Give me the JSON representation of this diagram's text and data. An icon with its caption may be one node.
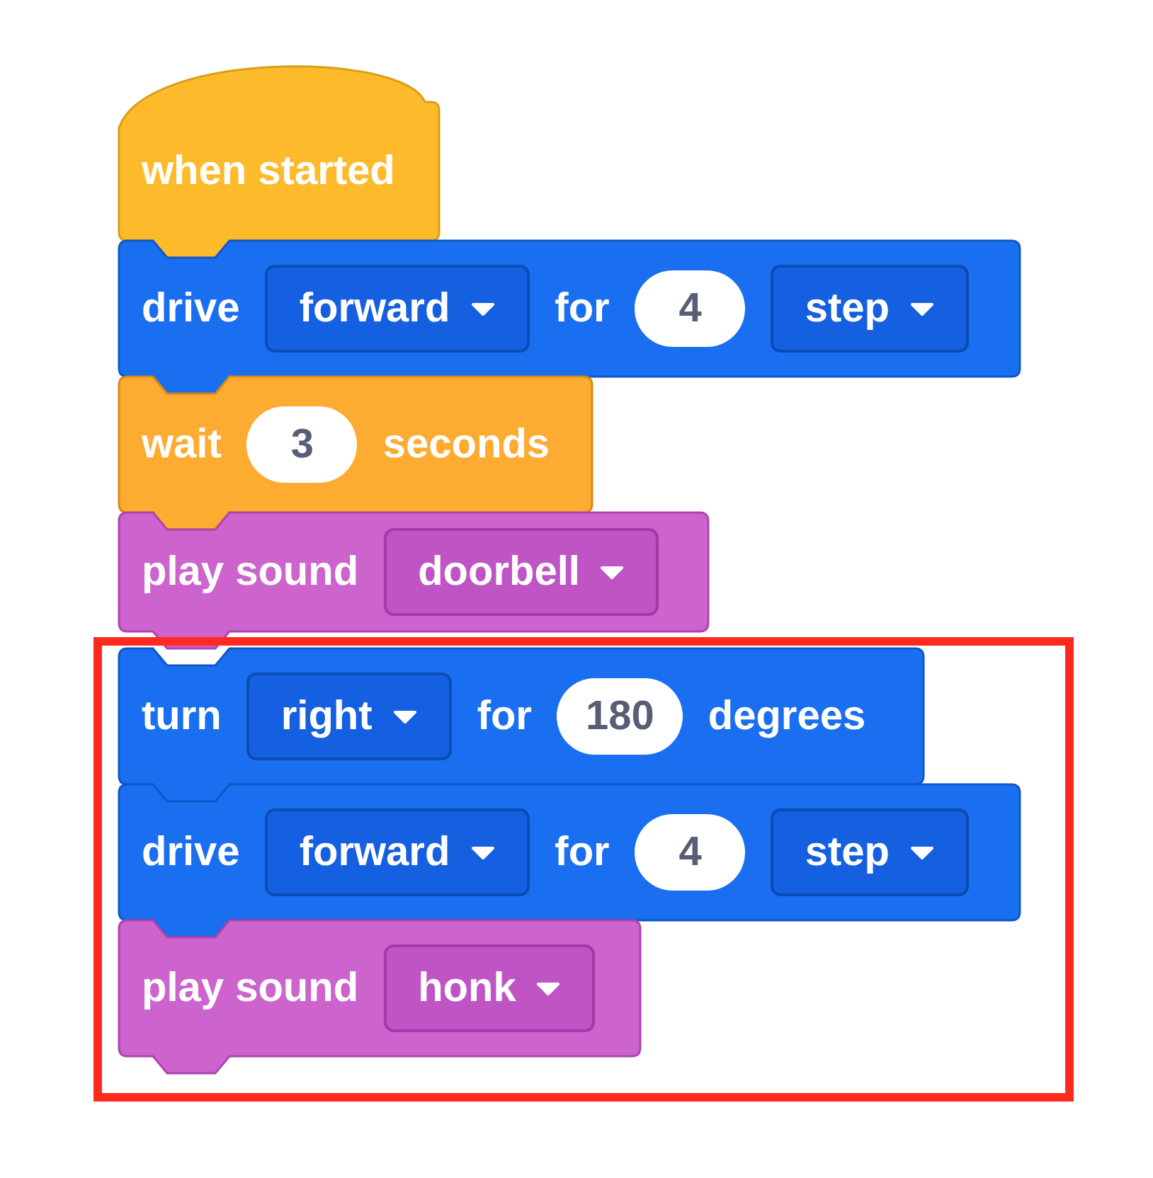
{
  "diagram": {
    "nodes": [
      {
        "text": [
          "when started"
        ]
      },
      {
        "text": [
          "drive",
          "for"
        ]
      },
      {
        "text": [
          "forward"
        ],
        "in": 1
      },
      {
        "text": [
          "4"
        ],
        "in": 1
      },
      {
        "text": [
          "step"
        ],
        "in": 1
      },
      {
        "text": [
          "wait",
          "seconds"
        ]
      },
      {
        "text": [
          "3"
        ],
        "in": 5
      },
      {
        "text": [
          "play sound"
        ]
      },
      {
        "text": [
          "doorbell"
        ],
        "in": 7
      },
      {
        "text": [],
        "shape": "box"
      },
      {
        "text": [
          "turn",
          "for",
          "degrees"
        ],
        "in": 9
      },
      {
        "text": [
          "right"
        ],
        "in": 10
      },
      {
        "text": [
          "180"
        ],
        "in": 10
      },
      {
        "text": [
          "drive",
          "for"
        ],
        "in": 9
      },
      {
        "text": [
          "forward"
        ],
        "in": 13
      },
      {
        "text": [
          "4"
        ],
        "in": 13
      },
      {
        "text": [
          "step"
        ],
        "in": 13
      },
      {
        "text": [
          "play sound"
        ],
        "in": 9
      },
      {
        "text": [
          "honk"
        ],
        "in": 17
      }
    ]
  }
}
